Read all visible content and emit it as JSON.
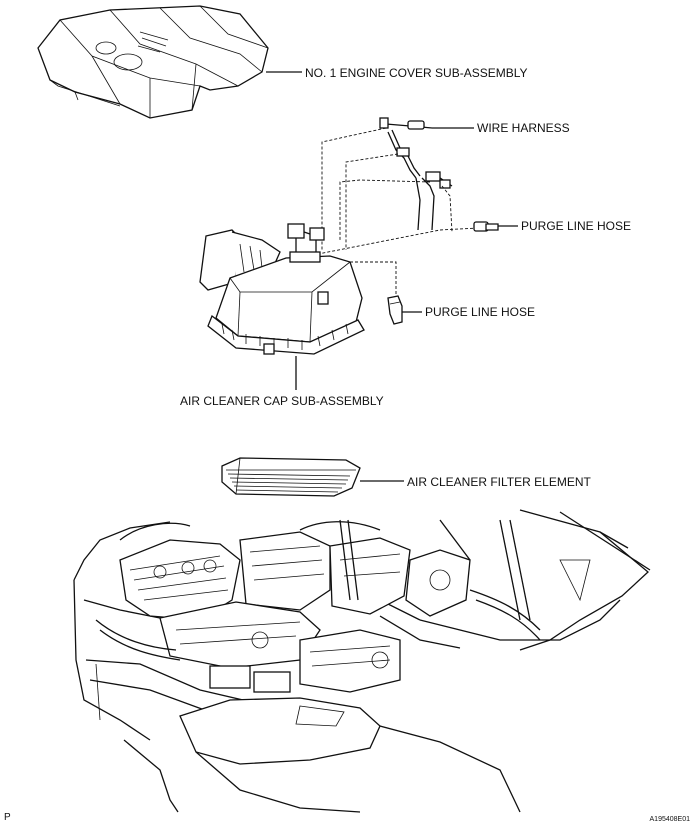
{
  "labels": {
    "engine_cover": "NO. 1 ENGINE COVER SUB-ASSEMBLY",
    "wire_harness": "WIRE HARNESS",
    "purge_line_hose_upper": "PURGE LINE HOSE",
    "purge_line_hose_lower": "PURGE LINE HOSE",
    "air_cleaner_cap": "AIR CLEANER CAP SUB-ASSEMBLY",
    "air_cleaner_filter": "AIR CLEANER FILTER ELEMENT"
  },
  "footer": {
    "left_mark": "P",
    "figure_code": "A195408E01"
  }
}
